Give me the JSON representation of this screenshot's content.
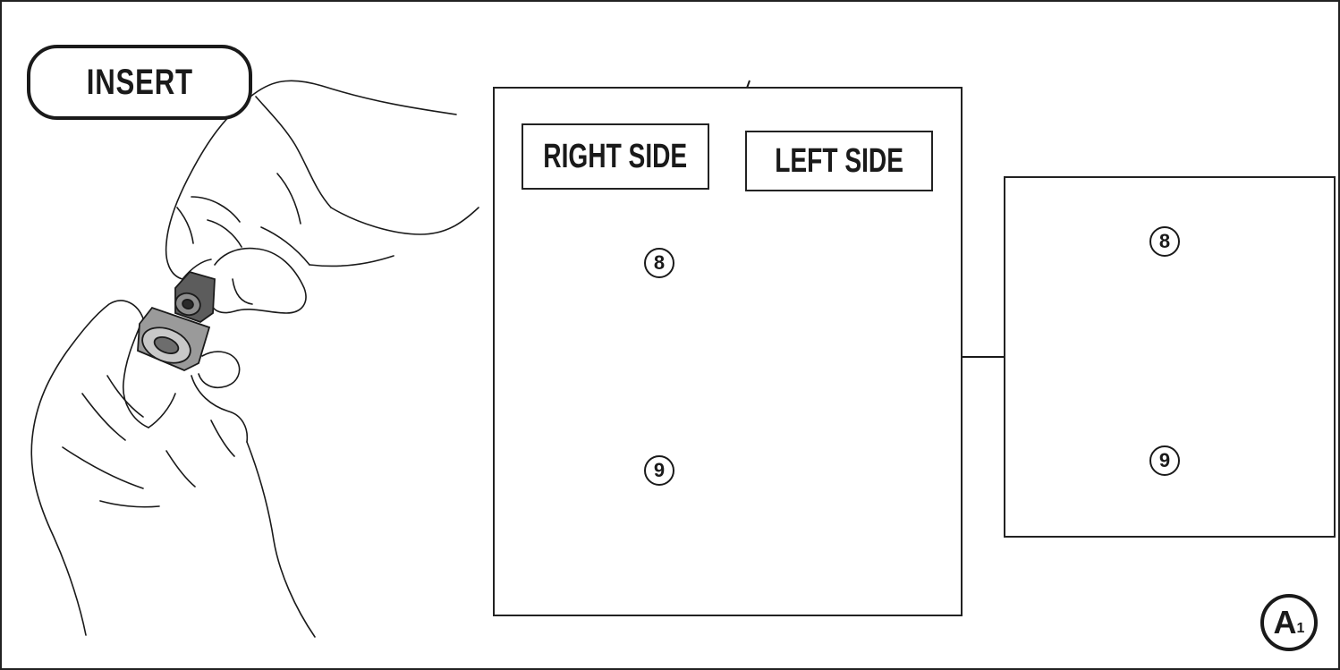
{
  "labels": {
    "insert": "INSERT",
    "right_side": "RIGHT SIDE",
    "left_side": "LEFT SIDE"
  },
  "parts": {
    "spacer": "8",
    "wheel": "9"
  },
  "figure_mark": {
    "letter": "A",
    "index": "1"
  },
  "colors": {
    "outline": "#1a1a1a",
    "wheel_grey": "#8c8c8c",
    "spacer_grey": "#b3b3b3",
    "spacer_top": "#d9d9d9"
  }
}
